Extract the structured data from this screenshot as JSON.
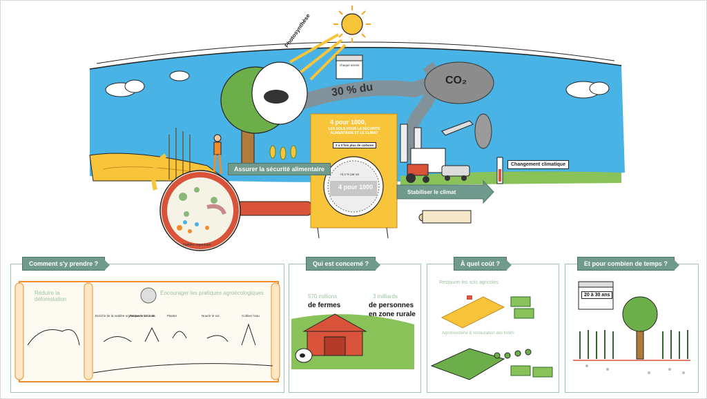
{
  "top": {
    "photosynthese": "Photosynthèse",
    "calendar_text": "chaque année",
    "percent_text": "30 % du",
    "co2": "CO₂",
    "food_security": "Assurer la sécurité alimentaire",
    "organic_matter": "matière organique",
    "yellow_title": "4 pour 1000,",
    "yellow_subtitle": "LES SOLS POUR LA SÉCURITÉ ALIMENTAIRE ET LE CLIMAT",
    "carbon_note": "2 à 3 fois plus de carbone",
    "per_year": "+0,4 % par an",
    "ring_label": "4 pour 1000",
    "stabilize": "Stabiliser le climat",
    "climate_change": "Changement climatique"
  },
  "panels": {
    "how": {
      "title": "Comment s'y prendre ?",
      "reduce": "Réduire la déforestation",
      "encourage": "Encourager les pratiques agroécologiques",
      "items": [
        "Enrichir de la matière organique le sol à ras",
        "Restaurer les sols",
        "Planter",
        "Nourrir le sol",
        "Cultiver l'eau"
      ]
    },
    "who": {
      "title": "Qui est concerné ?",
      "farms_num": "570 millions",
      "farms_label": "de fermes",
      "people_num": "3 milliards",
      "people_label1": "de personnes",
      "people_label2": "en zone rurale"
    },
    "cost": {
      "title": "À quel coût ?",
      "restore": "Restaurer les sols agricoles",
      "agroforestry": "Agroforesterie & restauration des forêts"
    },
    "time": {
      "title": "Et pour combien de temps ?",
      "years": "20 à 30 ans"
    }
  },
  "colors": {
    "sky": "#49b3e6",
    "accent_green": "#6f9a8d",
    "yellow": "#f7c43a",
    "orange": "#f28c28"
  }
}
